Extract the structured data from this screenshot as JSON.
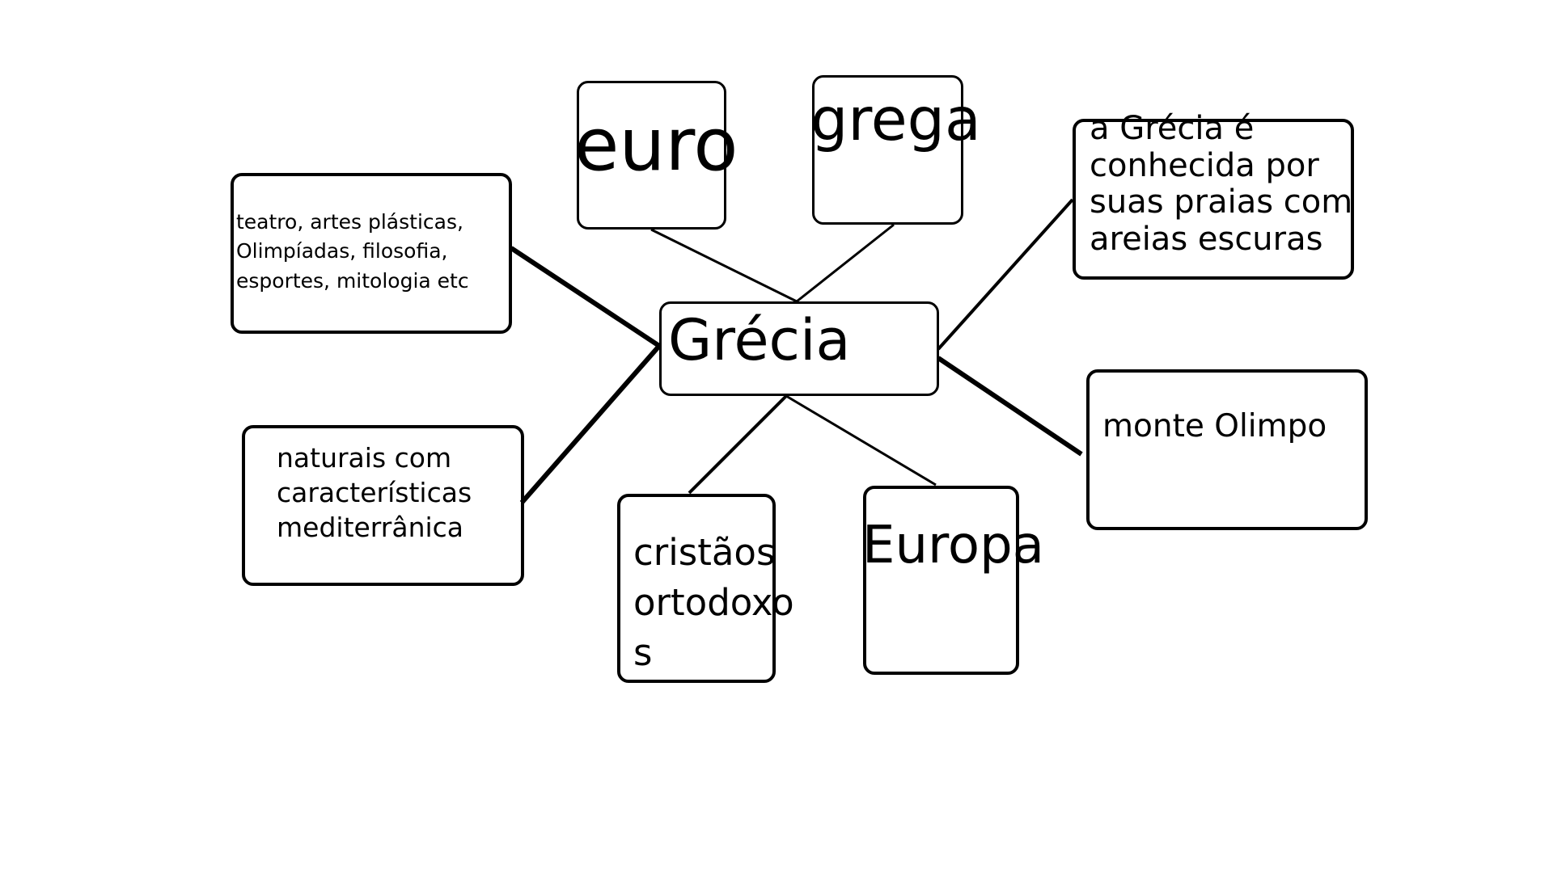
{
  "diagram": {
    "center": {
      "label": "Grécia"
    },
    "nodes": {
      "currency": {
        "label": "euro"
      },
      "language": {
        "label": "grega"
      },
      "beaches": {
        "label": "a Grécia é\nconhecida por\nsuas praias com\nareias escuras"
      },
      "culture": {
        "label": "teatro, artes plásticas,\nOlimpíadas, filosofia,\nesportes, mitologia etc"
      },
      "mountain": {
        "label": "monte Olimpo"
      },
      "nature": {
        "label": "naturais com\ncaracterísticas\nmediterrânica"
      },
      "religion": {
        "label": "cristãos\nortodoxo\ns"
      },
      "continent": {
        "label": "Europa"
      }
    },
    "colors": {
      "stroke": "#000000",
      "background": "#ffffff"
    }
  }
}
